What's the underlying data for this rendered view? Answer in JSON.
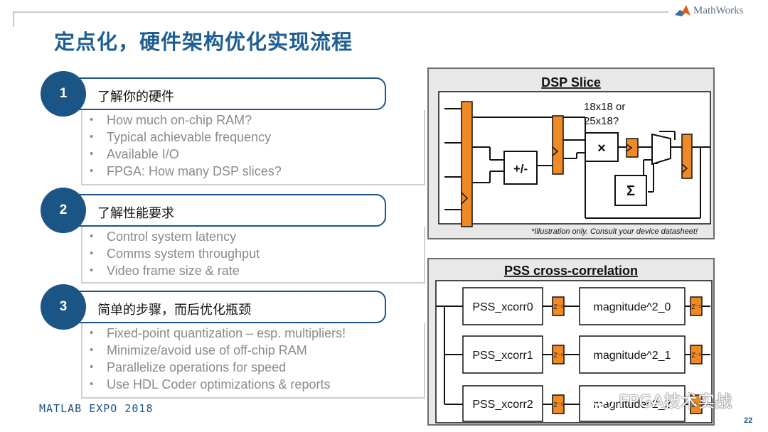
{
  "slide": {
    "title": "定点化，硬件架构优化实现流程",
    "brand": "MathWorks",
    "footer": "MATLAB EXPO 2018",
    "page_number": "22",
    "watermark": "FPGA技术实战"
  },
  "steps": [
    {
      "number": "1",
      "heading": "了解你的硬件",
      "bullets": [
        "How much on-chip RAM?",
        "Typical achievable frequency",
        "Available I/O",
        "FPGA: How many DSP slices?"
      ]
    },
    {
      "number": "2",
      "heading": "了解性能要求",
      "bullets": [
        "Control system latency",
        "Comms system throughput",
        "Video frame size & rate"
      ]
    },
    {
      "number": "3",
      "heading": "简单的步骤，而后优化瓶颈",
      "bullets": [
        "Fixed-point quantization – esp. multipliers!",
        "Minimize/avoid use of off-chip RAM",
        "Parallelize operations for speed",
        "Use HDL Coder optimizations & reports"
      ]
    }
  ],
  "dsp_slice": {
    "title": "DSP Slice",
    "mult_size_label_1": "18x18 or",
    "mult_size_label_2": "25x18?",
    "adder_label": "+/-",
    "multiplier_label": "×",
    "accumulator_label": "Σ",
    "note": "*Illustration only. Consult your device datasheet!"
  },
  "pss": {
    "title": "PSS cross-correlation",
    "delay_label": "Z⁻¹",
    "rows": [
      {
        "xcorr": "PSS_xcorr0",
        "mag": "magnitude^2_0"
      },
      {
        "xcorr": "PSS_xcorr1",
        "mag": "magnitude^2_1"
      },
      {
        "xcorr": "PSS_xcorr2",
        "mag": "magnitude^2_2"
      }
    ]
  },
  "colors": {
    "title_blue": "#1f5e92",
    "circle_blue": "#1b5585",
    "register_orange": "#f08a24",
    "bullet_gray": "#8a8a8a",
    "panel_gray": "#e8e8e8"
  }
}
